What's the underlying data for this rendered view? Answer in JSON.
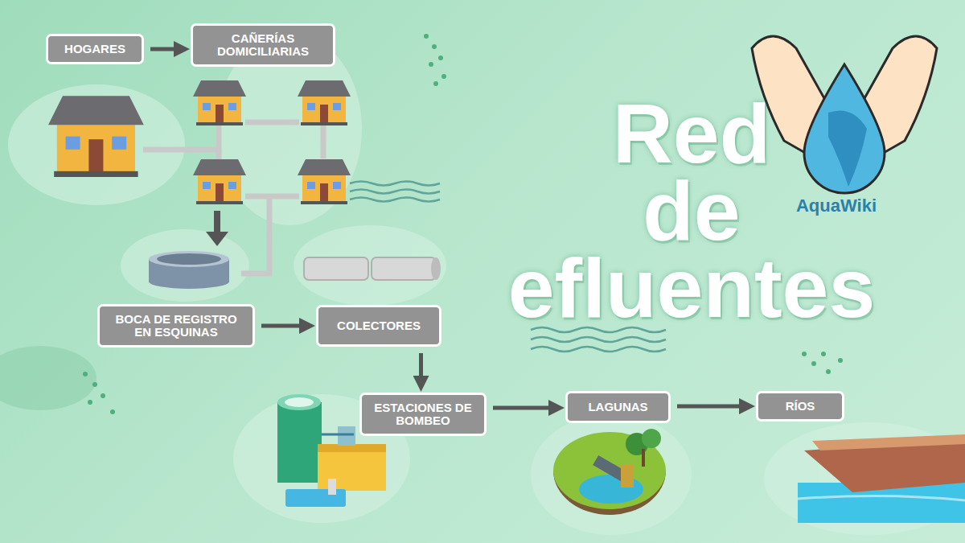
{
  "diagram": {
    "title": "Red de efluentes",
    "nodes": [
      {
        "text": [
          "HOGARES"
        ]
      },
      {
        "text": [
          "CAÑERÍAS DOMICILIARIAS"
        ]
      },
      {
        "text": [
          "BOCA DE REGISTRO EN ESQUINAS"
        ]
      },
      {
        "text": [
          "COLECTORES"
        ]
      },
      {
        "text": [
          "ESTACIONES DE BOMBEO"
        ]
      },
      {
        "text": [
          "LAGUNAS"
        ]
      },
      {
        "text": [
          "RÍOS"
        ]
      }
    ],
    "edges": [
      {
        "from": 0,
        "to": 1,
        "arrow": "to"
      },
      {
        "from": 2,
        "to": 3,
        "arrow": "to"
      },
      {
        "from": 3,
        "to": 4,
        "arrow": "to"
      },
      {
        "from": 4,
        "to": 5,
        "arrow": "to"
      },
      {
        "from": 5,
        "to": 6,
        "arrow": "to"
      }
    ],
    "labels": [
      "AquaWiki"
    ]
  }
}
